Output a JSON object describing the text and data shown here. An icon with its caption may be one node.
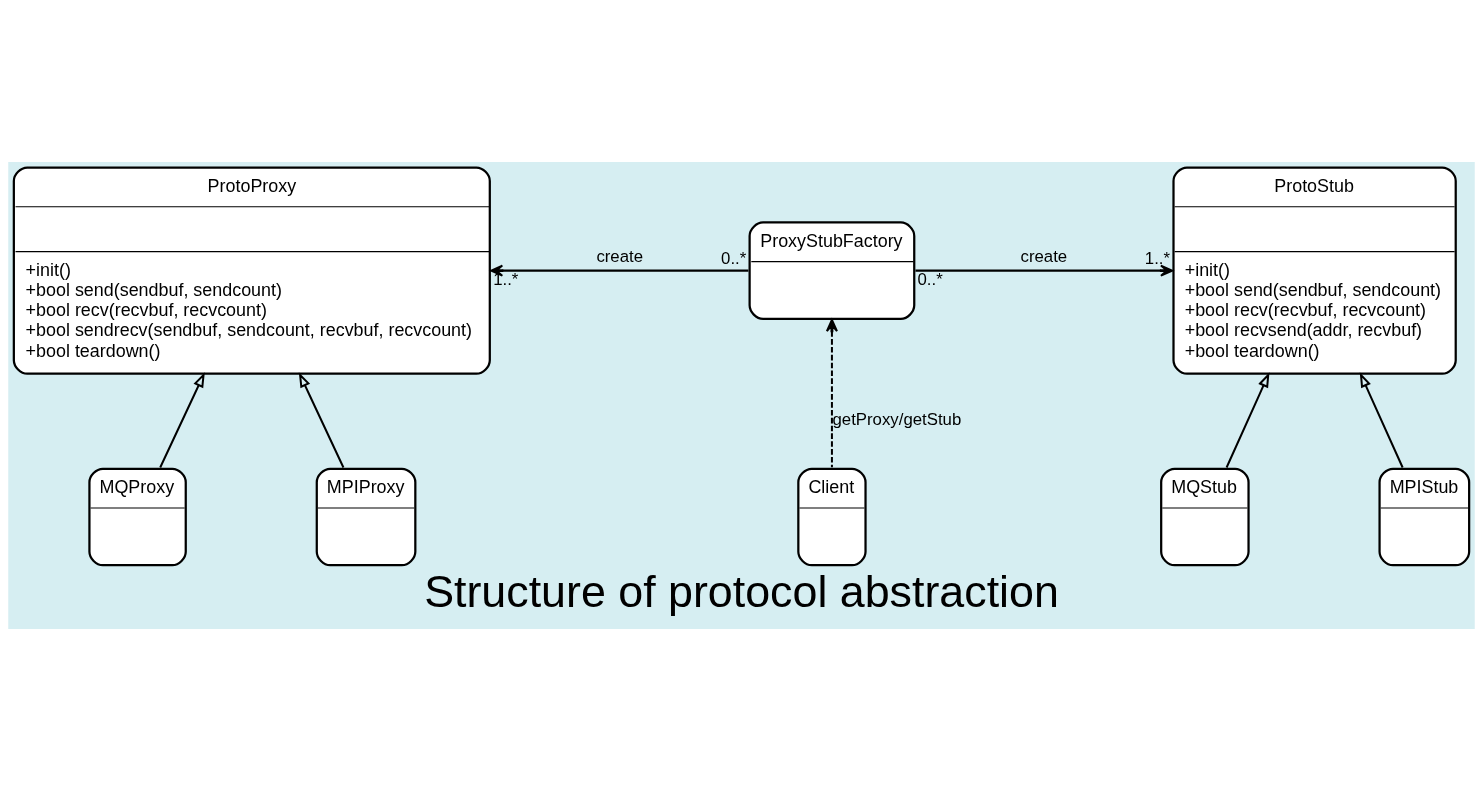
{
  "diagram": {
    "caption": "Structure of protocol abstraction",
    "nodes": [
      {
        "text": [
          "ProtoProxy",
          "+init()",
          "+bool send(sendbuf, sendcount)",
          "+bool recv(recvbuf, recvcount)",
          "+bool sendrecv(sendbuf, sendcount, recvbuf, recvcount)",
          "+bool teardown()"
        ]
      },
      {
        "text": [
          "ProxyStubFactory"
        ]
      },
      {
        "text": [
          "ProtoStub",
          "+init()",
          "+bool send(sendbuf, sendcount)",
          "+bool recv(recvbuf, recvcount)",
          "+bool recvsend(addr, recvbuf)",
          "+bool teardown()"
        ]
      },
      {
        "text": [
          "MQProxy"
        ]
      },
      {
        "text": [
          "MPIProxy"
        ]
      },
      {
        "text": [
          "Client"
        ]
      },
      {
        "text": [
          "MQStub"
        ]
      },
      {
        "text": [
          "MPIStub"
        ]
      }
    ],
    "edges": [
      {
        "from": 1,
        "to": 0,
        "arrow": "to",
        "label": "create"
      },
      {
        "from": 1,
        "to": 2,
        "arrow": "to",
        "label": "create"
      },
      {
        "from": 5,
        "to": 1,
        "arrow": "to",
        "label": "getProxy/getStub",
        "style": "dashed"
      },
      {
        "from": 3,
        "to": 0,
        "arrow": "to"
      },
      {
        "from": 4,
        "to": 0,
        "arrow": "to"
      },
      {
        "from": 6,
        "to": 2,
        "arrow": "to"
      },
      {
        "from": 7,
        "to": 2,
        "arrow": "to"
      }
    ],
    "labels": [
      "1..*",
      "0..*",
      "0..*",
      "1..*"
    ]
  }
}
